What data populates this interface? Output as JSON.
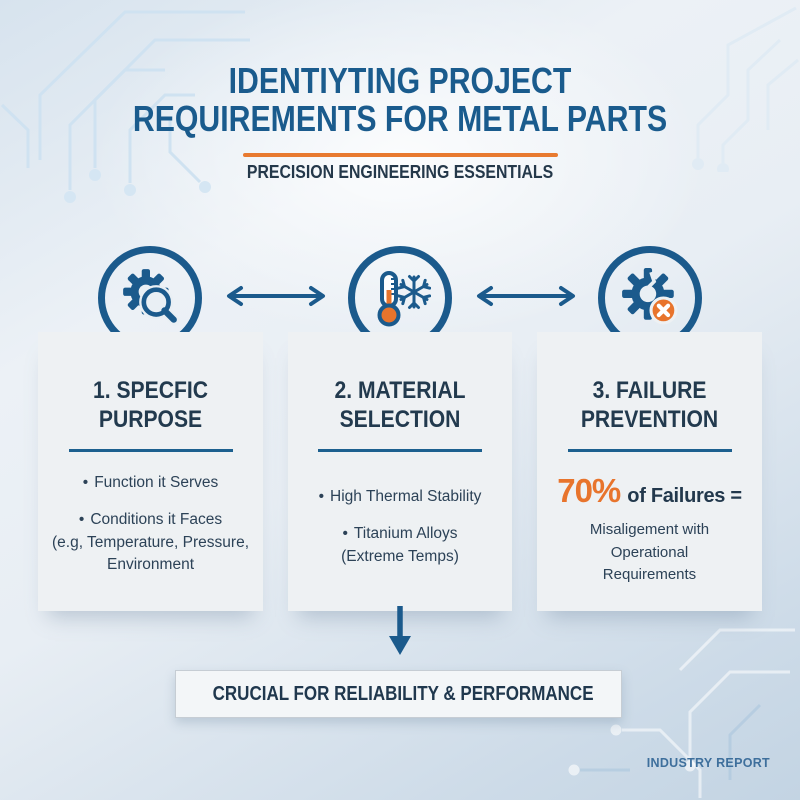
{
  "header": {
    "title_line1": "IDENTIYTING PROJECT",
    "title_line2": "REQUIREMENTS FOR METAL PARTS",
    "subtitle": "PRECISION ENGINEERING ESSENTIALS"
  },
  "glyphs": {
    "bullet": "•"
  },
  "columns": [
    {
      "icon": "gear-magnifier-icon",
      "heading": [
        "1. SPECFIC",
        "PURPOSE"
      ],
      "bullets": [
        {
          "label": "Function it Serves",
          "sub": []
        },
        {
          "label": "Conditions it Faces",
          "sub": [
            "(e.g, Temperature, Pressure,",
            "Environment"
          ]
        }
      ]
    },
    {
      "icon": "thermometer-snowflake-icon",
      "heading": [
        "2. MATERIAL",
        "SELECTION"
      ],
      "bullets": [
        {
          "label": "High Thermal Stability",
          "sub": []
        },
        {
          "label": "Titanium Alloys",
          "sub": [
            "(Extreme Temps)"
          ]
        }
      ]
    },
    {
      "icon": "broken-gear-error-icon",
      "heading": [
        "3. FAILURE",
        "PREVENTION"
      ],
      "stat": {
        "value": "70%",
        "label": "of Failures =",
        "description": [
          "Misaligement with",
          "Operational",
          "Requirements"
        ]
      }
    }
  ],
  "connectors": [
    "double-arrow-icon",
    "double-arrow-icon",
    "down-arrow-icon"
  ],
  "banner": {
    "icon": "check-circle-icon",
    "label": "CRUCIAL FOR RELIABILITY & PERFORMANCE"
  },
  "footer": {
    "label": "INDUSTRY REPORT"
  },
  "colors": {
    "title_blue": "#1a5b8d",
    "heading_navy": "#22384c",
    "accent_orange": "#e8742c",
    "icon_blue": "#1b5a8c",
    "footer_blue": "#3e6f9c",
    "card_bg": "#eef1f3"
  }
}
